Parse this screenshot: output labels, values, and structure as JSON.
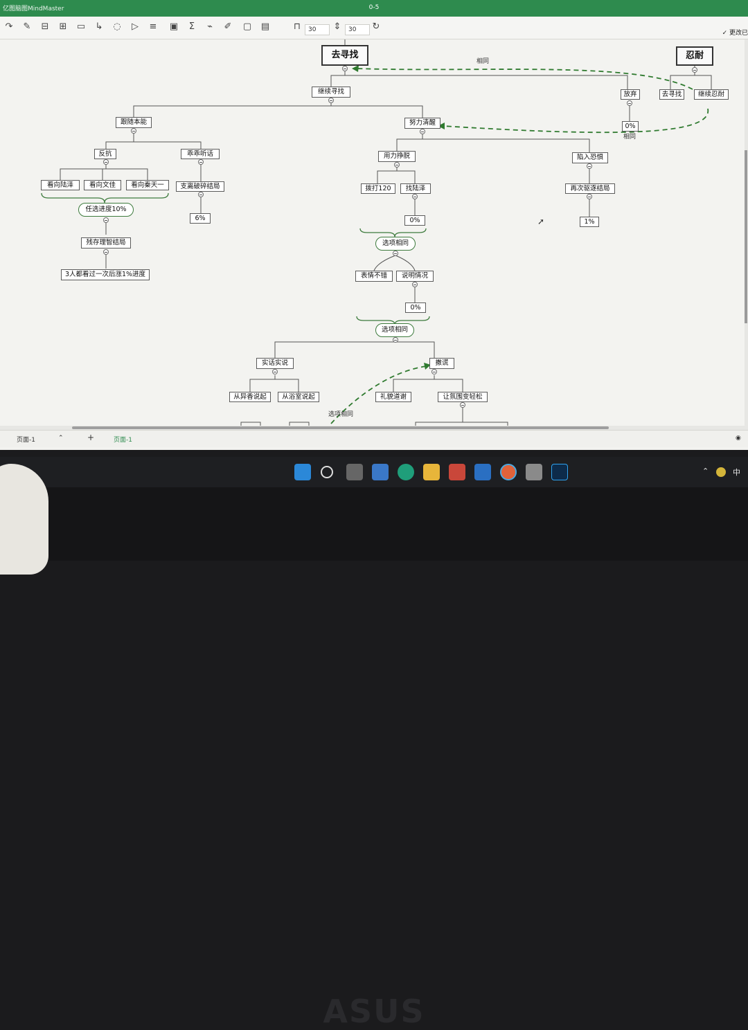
{
  "window": {
    "app_title": "亿图脑图MindMaster",
    "doc_title": "0-5"
  },
  "toolbar": {
    "spacing_h": "30",
    "spacing_v": "30",
    "confirm_label": "更改已"
  },
  "mindmap": {
    "root": "去寻找",
    "root2": "忍耐",
    "n_continue_search": "继续寻找",
    "n_give_up": "放弃",
    "n_go_search": "去寻找",
    "n_keep_endure": "继续忍耐",
    "n_follow_instinct": "跟随本能",
    "n_wake_up": "努力清醒",
    "n_resist": "反抗",
    "n_obey": "乖乖听话",
    "n_look_luze": "看向陆泽",
    "n_look_wenjia": "看向文佳",
    "n_look_qintian": "看向秦天一",
    "n_progress10": "任选进度10%",
    "n_remain_sane": "残存理智结局",
    "n_all_seen": "3人都看过一次后涨1%进度",
    "n_shattered": "支离破碎结局",
    "n_6pct": "6%",
    "n_struggle": "用力挣脱",
    "n_fall_fear": "陷入恐惧",
    "n_call120": "拨打120",
    "n_find_luze": "找陆泽",
    "n_0pct_a": "0%",
    "n_chase_again": "再次驱逐结局",
    "n_1pct": "1%",
    "n_same_opt1": "选项相同",
    "n_face_good": "表情不错",
    "n_explain": "说明情况",
    "n_0pct_b": "0%",
    "n_same_opt2": "选项相同",
    "n_truth": "实话实说",
    "n_lie": "撒谎",
    "n_from_yixiang": "从异香说起",
    "n_from_bath": "从浴室说起",
    "n_polite": "礼貌道谢",
    "n_relax": "让氛围变轻松",
    "n_0pct_c": "0%",
    "lbl_same_top": "相同",
    "lbl_same_mid": "相同",
    "lbl_same_opt": "选项相同"
  },
  "tabs": {
    "page_tab_left": "页面-1",
    "add": "+",
    "page_tab_active": "页面-1"
  },
  "taskbar": {
    "ime": "中"
  },
  "bezel": {
    "brand": "ASUS"
  }
}
